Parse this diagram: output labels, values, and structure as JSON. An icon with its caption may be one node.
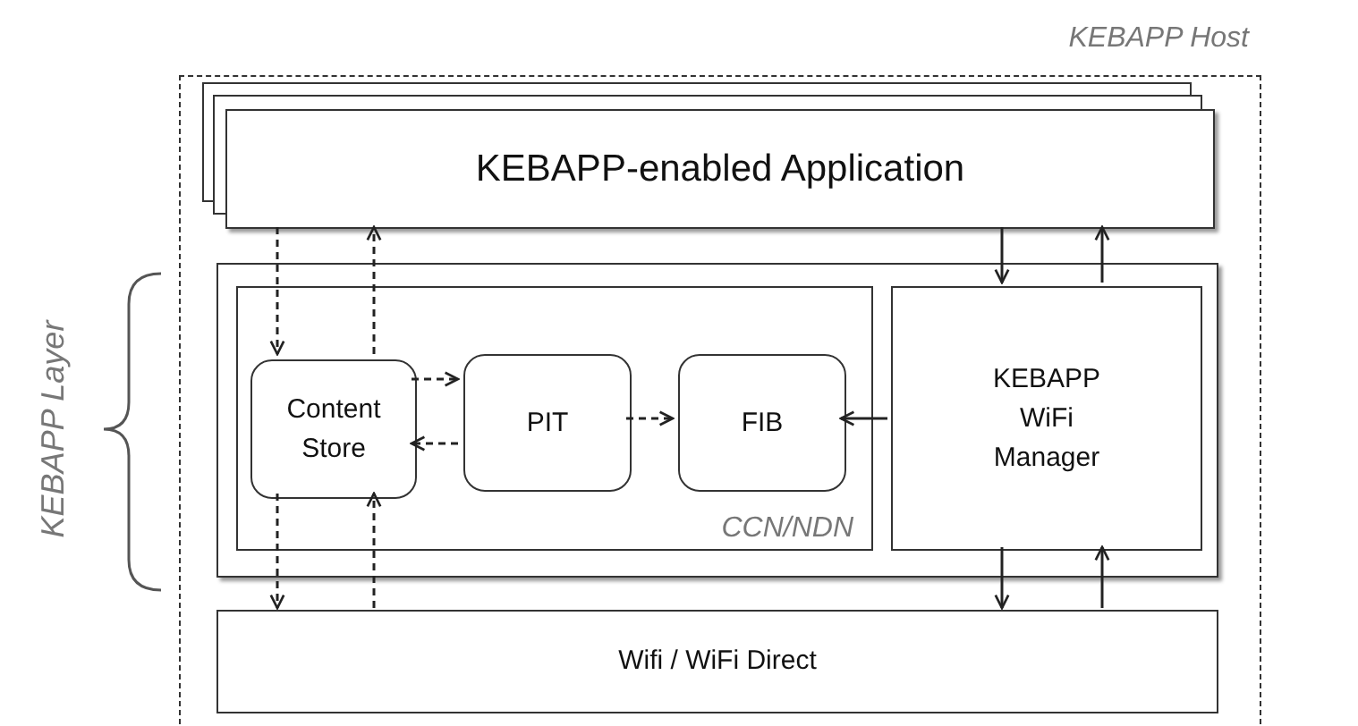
{
  "diagram": {
    "nodes": [
      {
        "text": [
          "KEBAPP Host"
        ]
      },
      {
        "text": [
          "KEBAPP-enabled Application"
        ],
        "in": 0
      },
      {
        "text": [],
        "shape": "box",
        "in": 0
      },
      {
        "text": [
          "CCN/NDN"
        ],
        "in": 2
      },
      {
        "text": [
          "Content Store"
        ],
        "in": 3
      },
      {
        "text": [
          "PIT"
        ],
        "in": 3
      },
      {
        "text": [
          "FIB"
        ],
        "in": 3
      },
      {
        "text": [
          "KEBAPP WiFi Manager"
        ],
        "in": 2
      },
      {
        "text": [
          "Wifi / WiFi Direct"
        ],
        "in": 0
      }
    ],
    "edges": [
      {
        "from": 1,
        "to": 4,
        "arrow": "to",
        "style": "dashed"
      },
      {
        "from": 4,
        "to": 1,
        "arrow": "to",
        "style": "dashed"
      },
      {
        "from": 4,
        "to": 5,
        "arrow": "to",
        "style": "dashed"
      },
      {
        "from": 5,
        "to": 4,
        "arrow": "to",
        "style": "dashed"
      },
      {
        "from": 5,
        "to": 6,
        "arrow": "to",
        "style": "dashed"
      },
      {
        "from": 7,
        "to": 6,
        "arrow": "to"
      },
      {
        "from": 1,
        "to": 7,
        "arrow": "to"
      },
      {
        "from": 7,
        "to": 1,
        "arrow": "to"
      },
      {
        "from": 4,
        "to": 8,
        "arrow": "to",
        "style": "dashed"
      },
      {
        "from": 8,
        "to": 4,
        "arrow": "to",
        "style": "dashed"
      },
      {
        "from": 7,
        "to": 8,
        "arrow": "to"
      },
      {
        "from": 8,
        "to": 7,
        "arrow": "to"
      }
    ],
    "labels": [
      "KEBAPP Layer"
    ]
  }
}
